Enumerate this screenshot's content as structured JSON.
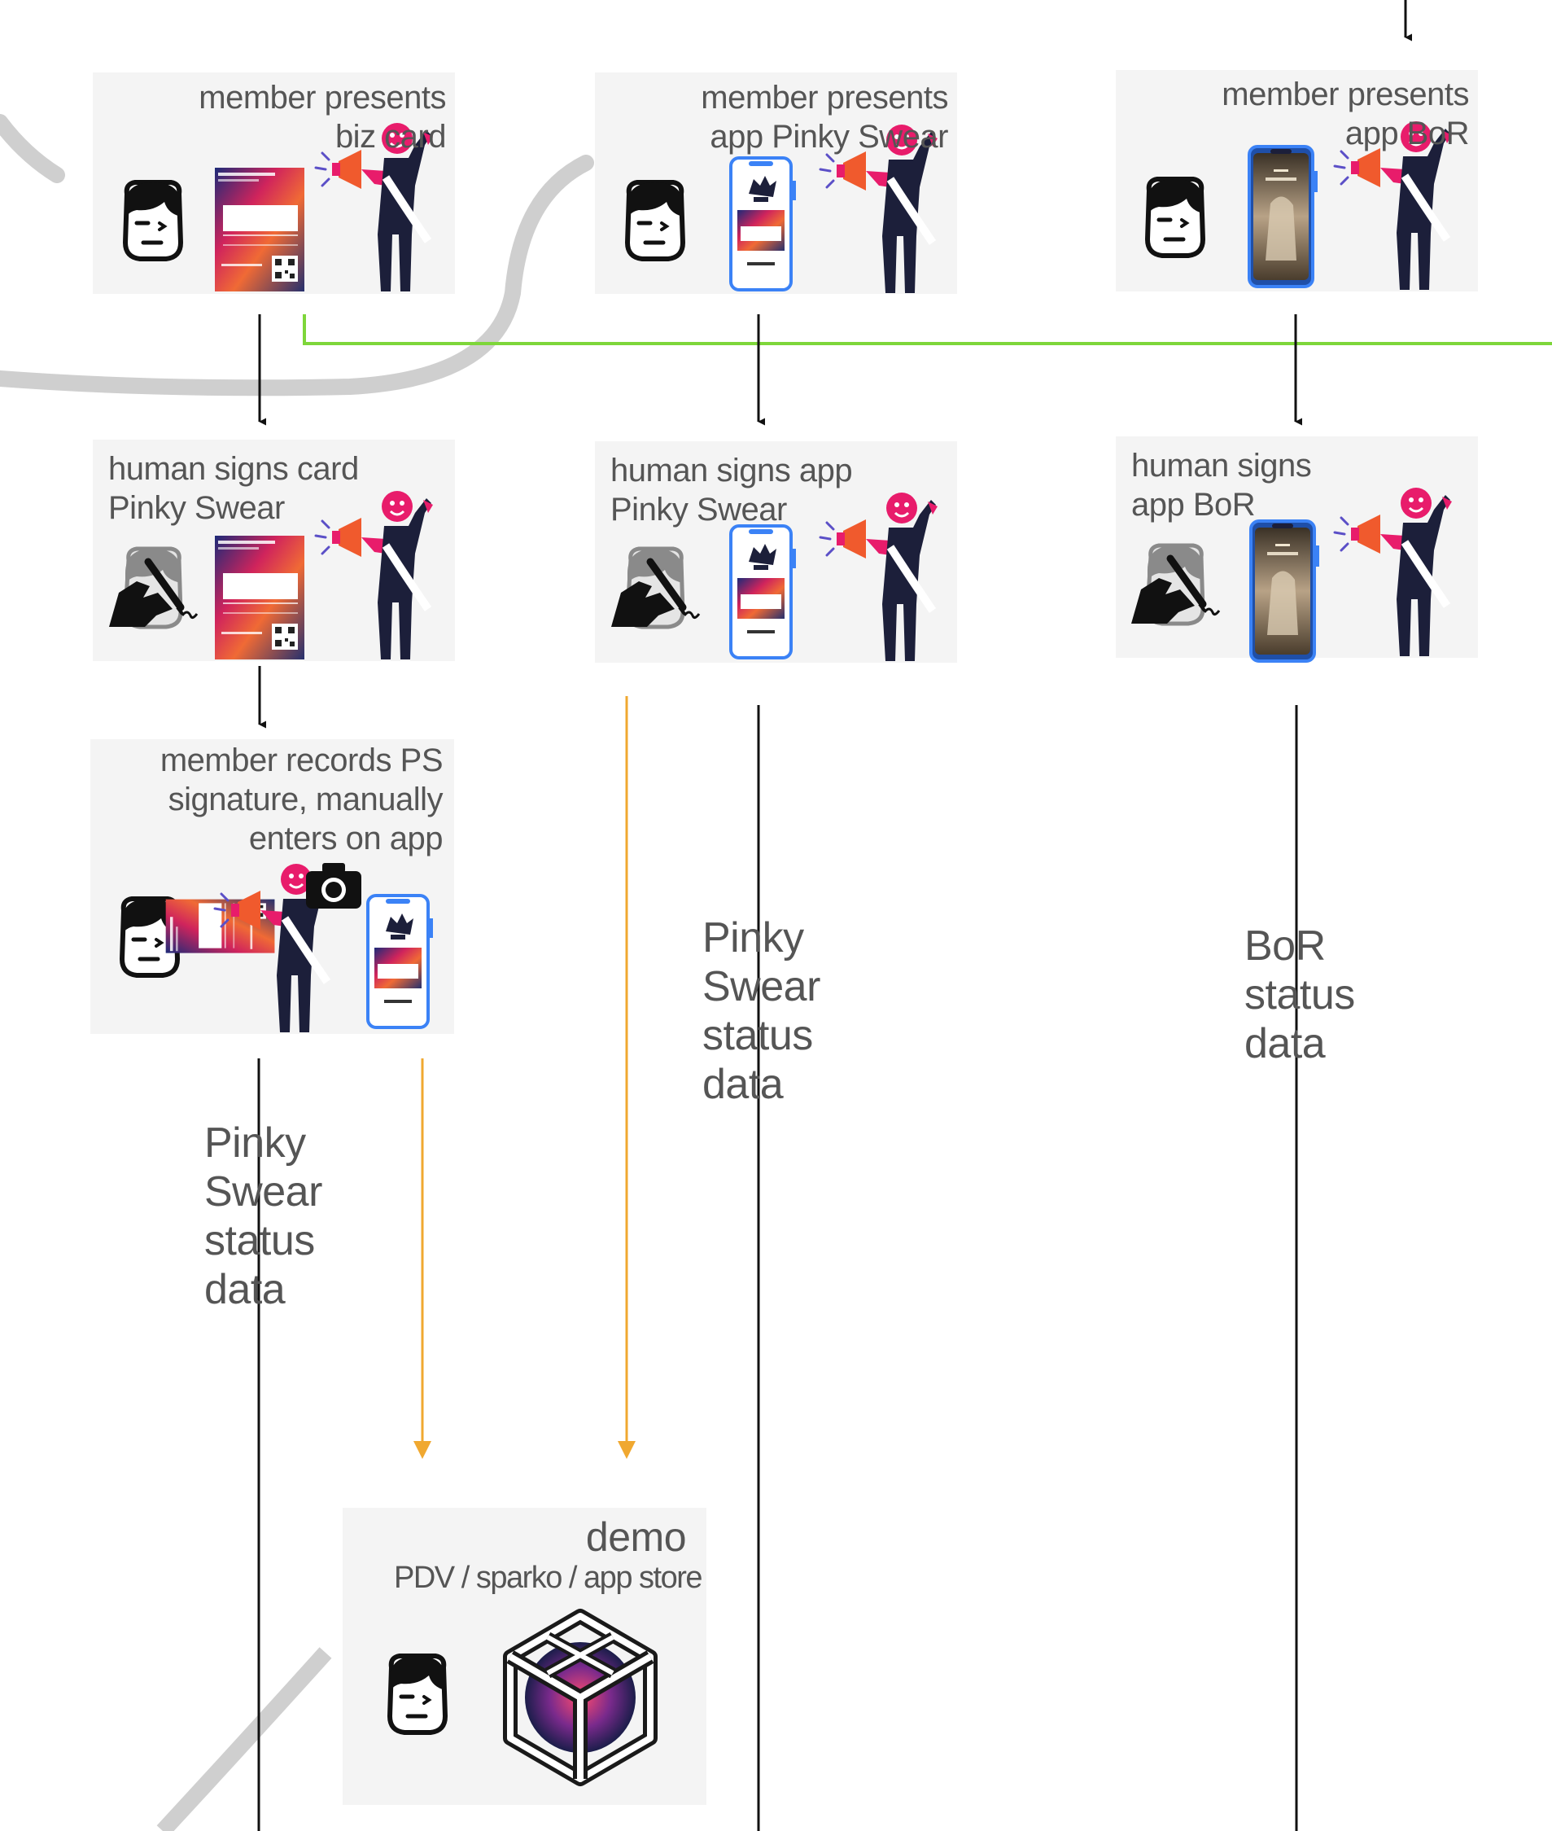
{
  "colors": {
    "box_bg": "#f4f4f4",
    "text": "#555555",
    "flow_arrow": "#111111",
    "data_arrow": "#f0a830",
    "green_line": "#7ed63a",
    "swoosh": "#cfcfcf",
    "phone_frame": "#3b82f6",
    "person_magenta": "#e81c6b",
    "person_navy": "#1c1f3a"
  },
  "boxes": {
    "present_card": {
      "label": "member presents\nbiz card"
    },
    "present_ps": {
      "label": "member presents\napp Pinky Swear"
    },
    "present_bor": {
      "label": "member presents\napp BoR"
    },
    "sign_card": {
      "label": "human signs card\nPinky Swear"
    },
    "sign_ps": {
      "label": "human signs app\nPinky Swear"
    },
    "sign_bor": {
      "label": "human signs\napp BoR"
    },
    "record": {
      "label": "member records PS\nsignature, manually\nenters on app"
    },
    "demo": {
      "title": "demo",
      "subtitle": "PDV / sparko / app store"
    }
  },
  "streams": {
    "ps_left": "Pinky\nSwear\nstatus\ndata",
    "ps_mid": "Pinky\nSwear\nstatus\ndata",
    "bor": "BoR\nstatus\ndata"
  },
  "icons": {
    "member": "member-face-icon",
    "recruiter": "megaphone-person-icon",
    "signer": "signing-hand-icon",
    "card": "pinky-swear-card-icon",
    "phone_ps": "pinky-swear-phone-icon",
    "phone_bor": "bill-of-rights-phone-icon",
    "camera": "camera-icon",
    "cube": "cube-logo-icon"
  }
}
